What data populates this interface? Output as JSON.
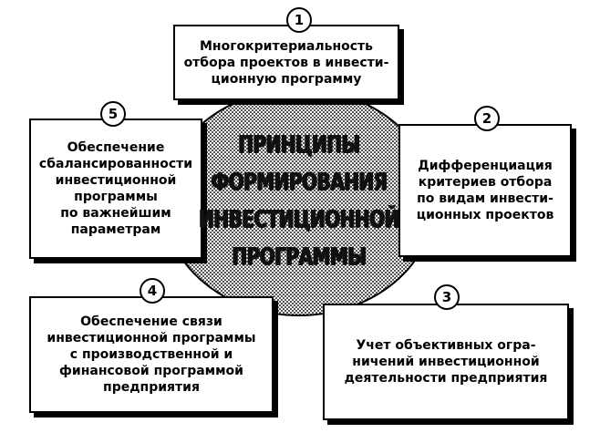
{
  "diagram": {
    "center_title": "ПРИНЦИПЫ\nФОРМИРОВАНИЯ\nИНВЕСТИЦИОННОЙ\nПРОГРАММЫ",
    "principles": [
      {
        "number": "1",
        "text": "Многокритериальность\nотбора проектов в инвести-\nционную программу"
      },
      {
        "number": "2",
        "text": "Дифференциация\nкритериев отбора\nпо видам инвести-\nционных проектов"
      },
      {
        "number": "3",
        "text": "Учет объективных огра-\nничений инвестиционной\nдеятельности предприятия"
      },
      {
        "number": "4",
        "text": "Обеспечение связи\nинвестиционной программы\nс производственной и\nфинансовой программой\nпредприятия"
      },
      {
        "number": "5",
        "text": "Обеспечение\nсбалансированности\nинвестиционной\nпрограммы\nпо важнейшим\nпараметрам"
      }
    ],
    "colors": {
      "ink": "#000000",
      "paper": "#ffffff",
      "center_fill": "#a8a8a8"
    }
  }
}
